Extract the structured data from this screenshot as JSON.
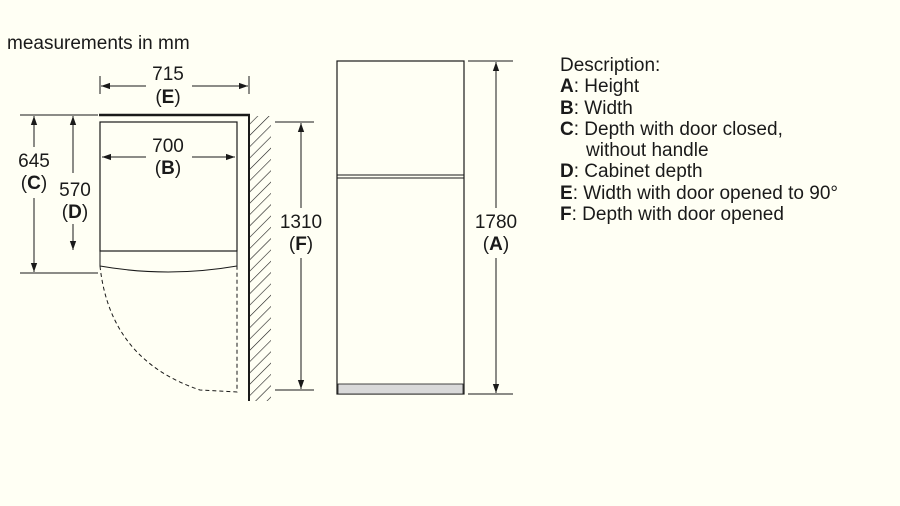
{
  "units_note": "measurements in mm",
  "dimensions": {
    "E": {
      "value": "715",
      "letter": "E"
    },
    "B": {
      "value": "700",
      "letter": "B"
    },
    "C": {
      "value": "645",
      "letter": "C"
    },
    "D": {
      "value": "570",
      "letter": "D"
    },
    "F": {
      "value": "1310",
      "letter": "F"
    },
    "A": {
      "value": "1780",
      "letter": "A"
    }
  },
  "legend": {
    "title": "Description:",
    "items": [
      {
        "letter": "A",
        "text": ": Height"
      },
      {
        "letter": "B",
        "text": ": Width"
      },
      {
        "letter": "C",
        "text": ": Depth with door closed,"
      },
      {
        "letter": "",
        "text": "without handle"
      },
      {
        "letter": "D",
        "text": ": Cabinet depth"
      },
      {
        "letter": "E",
        "text": ": Width with door opened to 90°"
      },
      {
        "letter": "F",
        "text": ": Depth with door opened"
      }
    ]
  },
  "colors": {
    "background": "#fffff4",
    "line": "#1a1a1a",
    "plinth": "#d9d9d9"
  }
}
